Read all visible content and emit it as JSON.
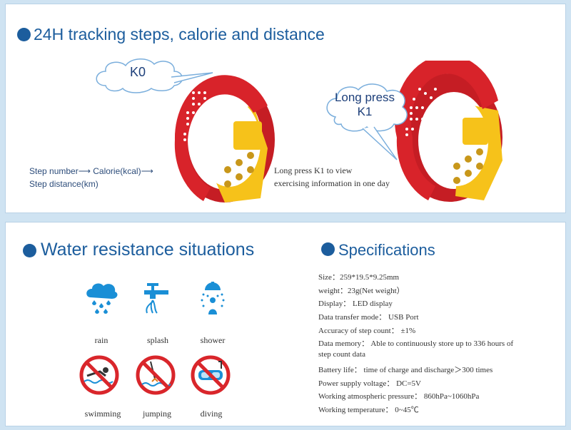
{
  "tracking": {
    "title": "24H tracking steps, calorie and distance",
    "cloud_k0": "K0",
    "cloud_k1_line1": "Long press",
    "cloud_k1_line2": "K1",
    "left_caption_line1": "Step number⟶ Calorie(kcal)⟶",
    "left_caption_line2": "Step distance(km)",
    "right_caption_line1": "Long press K1 to view",
    "right_caption_line2": "exercising information in one day",
    "band_color": "#d8232a",
    "strap_color": "#f6c21a"
  },
  "water": {
    "title": "Water resistance situations",
    "allowed": [
      {
        "label": "rain",
        "icon": "rain-cloud-icon"
      },
      {
        "label": "splash",
        "icon": "faucet-splash-icon"
      },
      {
        "label": "shower",
        "icon": "shower-icon"
      }
    ],
    "forbidden": [
      {
        "label": "swimming",
        "icon": "no-swimming-icon"
      },
      {
        "label": "jumping",
        "icon": "no-jumping-icon"
      },
      {
        "label": "diving",
        "icon": "no-diving-icon"
      }
    ],
    "icon_color": "#1a8fd6",
    "prohibit_color": "#d9262b"
  },
  "specs": {
    "title": "Specifications",
    "lines": [
      "Size：259*19.5*9.25mm",
      "weight：23g(Net weight）",
      "Display： LED display",
      "Data transfer mode： USB Port",
      "Accuracy of step count： ±1%",
      "Data memory： Able to continuously store up to 336 hours of",
      "step count data",
      "Battery life： time of charge and discharge＞300 times",
      "Power supply voltage： DC=5V",
      "Working atmospheric pressure： 860hPa~1060hPa",
      "Working temperature： 0~45℃"
    ]
  }
}
